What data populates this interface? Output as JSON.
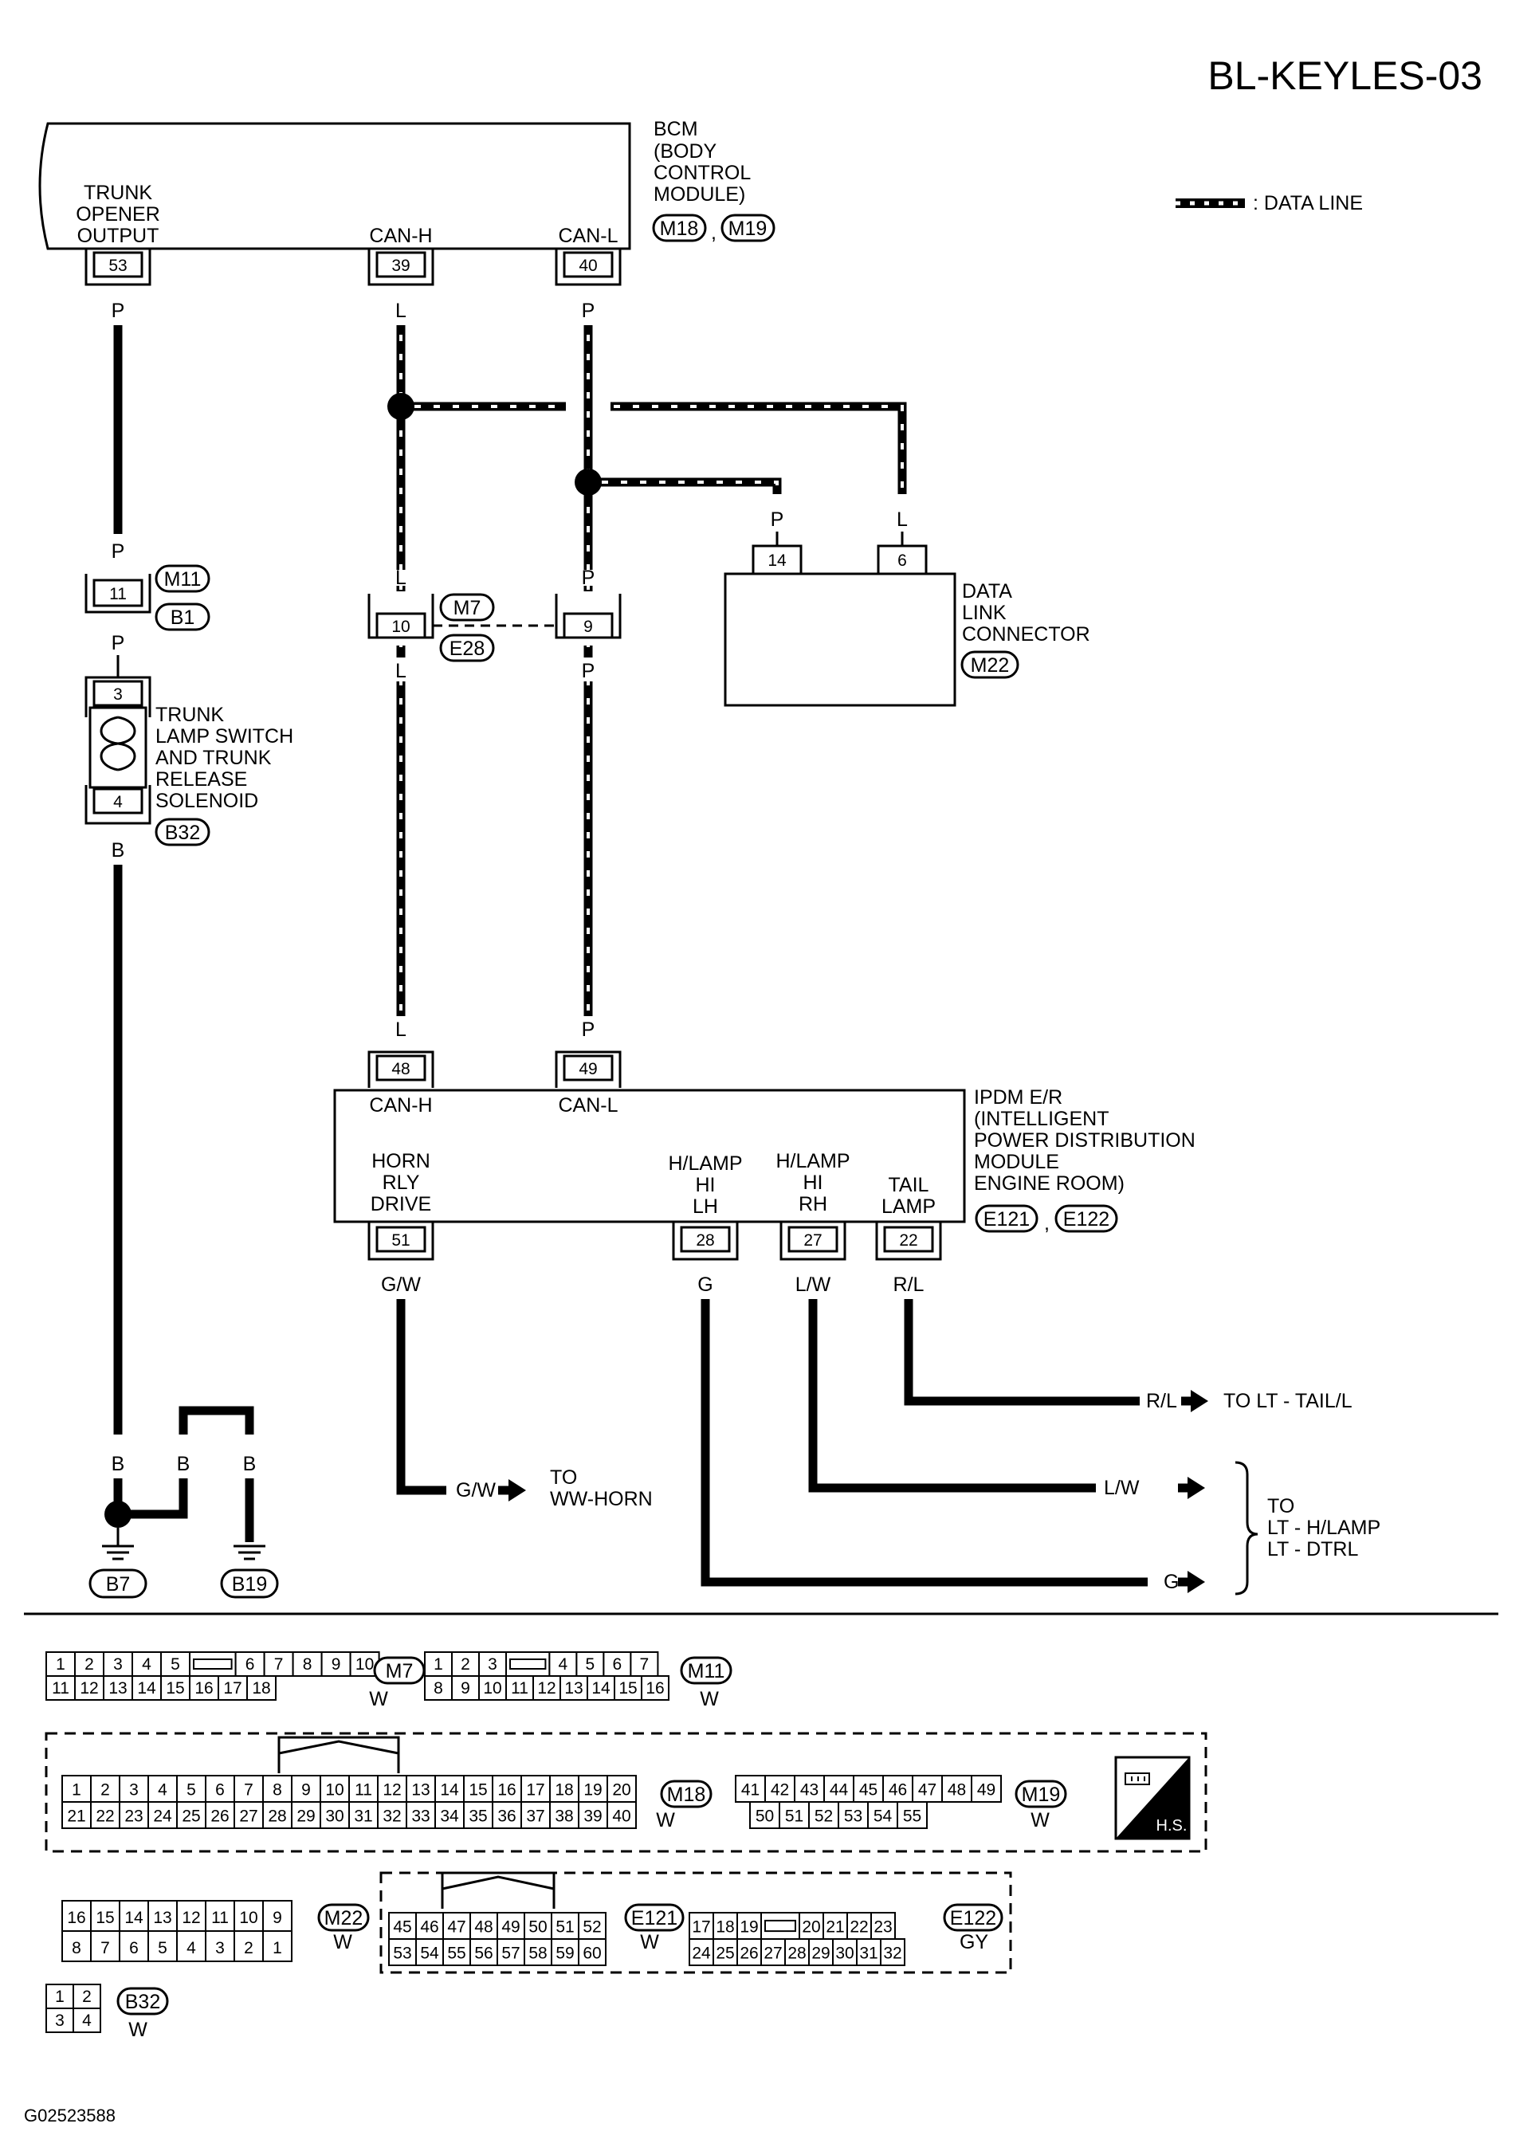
{
  "page_code": "BL-KEYLES-03",
  "figure_code": "G02523588",
  "legend": {
    "data_line": ": DATA LINE"
  },
  "bcm": {
    "title_lines": [
      "BCM",
      "(BODY",
      "CONTROL",
      "MODULE)"
    ],
    "connectors": [
      "M18",
      "M19"
    ],
    "pins": [
      {
        "label_lines": [
          "TRUNK",
          "OPENER",
          "OUTPUT"
        ],
        "pin": "53"
      },
      {
        "label_lines": [
          "CAN-H"
        ],
        "pin": "39"
      },
      {
        "label_lines": [
          "CAN-L"
        ],
        "pin": "40"
      }
    ]
  },
  "inline_connectors": {
    "m11_b1": {
      "pin": "11",
      "names": [
        "M11",
        "B1"
      ]
    },
    "m7_e28": {
      "pins": [
        "10",
        "9"
      ],
      "names": [
        "M7",
        "E28"
      ]
    }
  },
  "trunk_solenoid": {
    "label_lines": [
      "TRUNK",
      "LAMP SWITCH",
      "AND TRUNK",
      "RELEASE",
      "SOLENOID"
    ],
    "pins": [
      "3",
      "4"
    ],
    "connector": "B32"
  },
  "data_link_connector": {
    "label_lines": [
      "DATA",
      "LINK",
      "CONNECTOR"
    ],
    "connector": "M22",
    "pins": [
      "14",
      "6"
    ]
  },
  "ipdm": {
    "title_lines": [
      "IPDM E/R",
      "(INTELLIGENT",
      "POWER DISTRIBUTION",
      "MODULE",
      "ENGINE ROOM)"
    ],
    "connectors": [
      "E121",
      "E122"
    ],
    "top_pins": [
      {
        "label": "CAN-H",
        "pin": "48"
      },
      {
        "label": "CAN-L",
        "pin": "49"
      }
    ],
    "bottom_pins": [
      {
        "label_lines": [
          "HORN",
          "RLY",
          "DRIVE"
        ],
        "pin": "51"
      },
      {
        "label_lines": [
          "H/LAMP",
          "HI",
          "LH"
        ],
        "pin": "28"
      },
      {
        "label_lines": [
          "H/LAMP",
          "HI",
          "RH"
        ],
        "pin": "27"
      },
      {
        "label_lines": [
          "TAIL",
          "LAMP"
        ],
        "pin": "22"
      }
    ]
  },
  "wire_colors": {
    "p": "P",
    "l": "L",
    "b": "B",
    "gw": "G/W",
    "g": "G",
    "lw": "L/W",
    "rl": "R/L"
  },
  "destinations": {
    "tail": "TO LT - TAIL/L",
    "horn_lines": [
      "TO",
      "WW-HORN"
    ],
    "hlamp_lines": [
      "TO",
      "LT - H/LAMP",
      "LT - DTRL"
    ]
  },
  "grounds": [
    "B7",
    "B19"
  ],
  "connector_faces": {
    "m7": {
      "name": "M7",
      "color": "W",
      "row1": [
        "1",
        "2",
        "3",
        "4",
        "5",
        "",
        "6",
        "7",
        "8",
        "9",
        "10"
      ],
      "row2": [
        "11",
        "12",
        "13",
        "14",
        "15",
        "16",
        "17",
        "18"
      ]
    },
    "m11": {
      "name": "M11",
      "color": "W",
      "row1": [
        "1",
        "2",
        "3",
        "",
        "4",
        "5",
        "6",
        "7"
      ],
      "row2": [
        "8",
        "9",
        "10",
        "11",
        "12",
        "13",
        "14",
        "15",
        "16"
      ]
    },
    "m18": {
      "name": "M18",
      "color": "W",
      "row1": [
        "1",
        "2",
        "3",
        "4",
        "5",
        "6",
        "7",
        "8",
        "9",
        "10",
        "11",
        "12",
        "13",
        "14",
        "15",
        "16",
        "17",
        "18",
        "19",
        "20"
      ],
      "row2": [
        "21",
        "22",
        "23",
        "24",
        "25",
        "26",
        "27",
        "28",
        "29",
        "30",
        "31",
        "32",
        "33",
        "34",
        "35",
        "36",
        "37",
        "38",
        "39",
        "40"
      ]
    },
    "m19": {
      "name": "M19",
      "color": "W",
      "row1": [
        "41",
        "42",
        "43",
        "44",
        "45",
        "46",
        "47",
        "48",
        "49"
      ],
      "row2": [
        "50",
        "51",
        "52",
        "53",
        "54",
        "55"
      ]
    },
    "m22": {
      "name": "M22",
      "color": "W",
      "row1": [
        "16",
        "15",
        "14",
        "13",
        "12",
        "11",
        "10",
        "9"
      ],
      "row2": [
        "8",
        "7",
        "6",
        "5",
        "4",
        "3",
        "2",
        "1"
      ]
    },
    "e121": {
      "name": "E121",
      "color": "W",
      "row1": [
        "45",
        "46",
        "47",
        "48",
        "49",
        "50",
        "51",
        "52"
      ],
      "row2": [
        "53",
        "54",
        "55",
        "56",
        "57",
        "58",
        "59",
        "60"
      ]
    },
    "e122": {
      "name": "E122",
      "color": "GY",
      "row1": [
        "17",
        "18",
        "19",
        "",
        "20",
        "21",
        "22",
        "23"
      ],
      "row2": [
        "24",
        "25",
        "26",
        "27",
        "28",
        "29",
        "30",
        "31",
        "32"
      ]
    },
    "b32": {
      "name": "B32",
      "color": "W",
      "row1": [
        "1",
        "2"
      ],
      "row2": [
        "3",
        "4"
      ]
    }
  },
  "hs_badge": "H.S."
}
